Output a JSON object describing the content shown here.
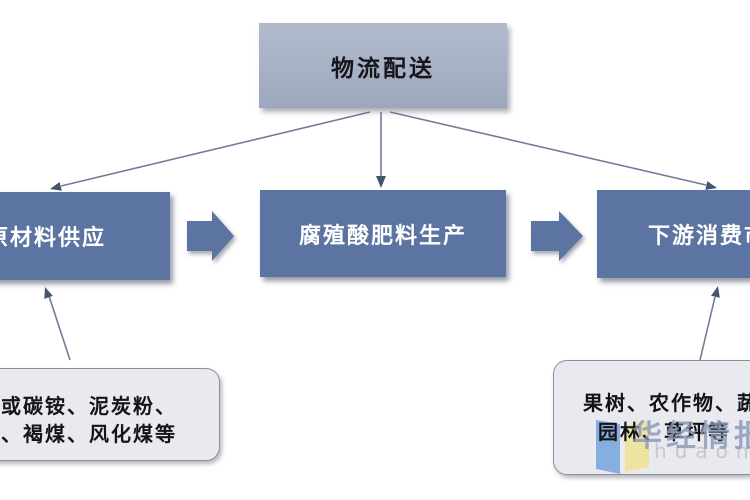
{
  "diagram": {
    "title_box": {
      "label": "物流配送"
    },
    "process_boxes": [
      {
        "label": "原材料供应"
      },
      {
        "label": "腐殖酸肥料生产"
      },
      {
        "label": "下游消费市场"
      }
    ],
    "detail_boxes": [
      {
        "lines": [
          "或碳铵、泥炭粉、",
          "、褐煤、风化煤等"
        ]
      },
      {
        "lines": [
          "果树、农作物、蔬",
          "园林、草坪等"
        ]
      }
    ],
    "icons": {
      "flow_arrow": "right-block-arrow-icon",
      "connector_arrow": "thin-arrow-icon",
      "watermark_logo": "open-book-icon"
    },
    "colors": {
      "title_box_fill": "#a9b3c7",
      "process_box_fill": "#5b74a1",
      "process_box_text": "#ffffff",
      "detail_box_fill": "#e9e9f0",
      "detail_box_border": "#8f8f99",
      "connector_line": "#6f7d97",
      "watermark_logo_blue": "#86aede",
      "watermark_logo_yellow": "#efe3a2",
      "watermark_text": "#8796b4"
    }
  },
  "watermark": {
    "brand_text": "华经情报网",
    "site_text": "huaon"
  }
}
